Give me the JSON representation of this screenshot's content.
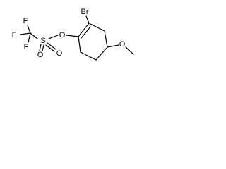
{
  "molecule": {
    "atoms": {
      "br": "Br",
      "o_ester": "O",
      "s": "S",
      "o_sulfonyl_1": "O",
      "o_sulfonyl_2": "O",
      "f_top": "F",
      "f_left": "F",
      "f_bottom": "F",
      "o_methoxy": "O"
    }
  }
}
